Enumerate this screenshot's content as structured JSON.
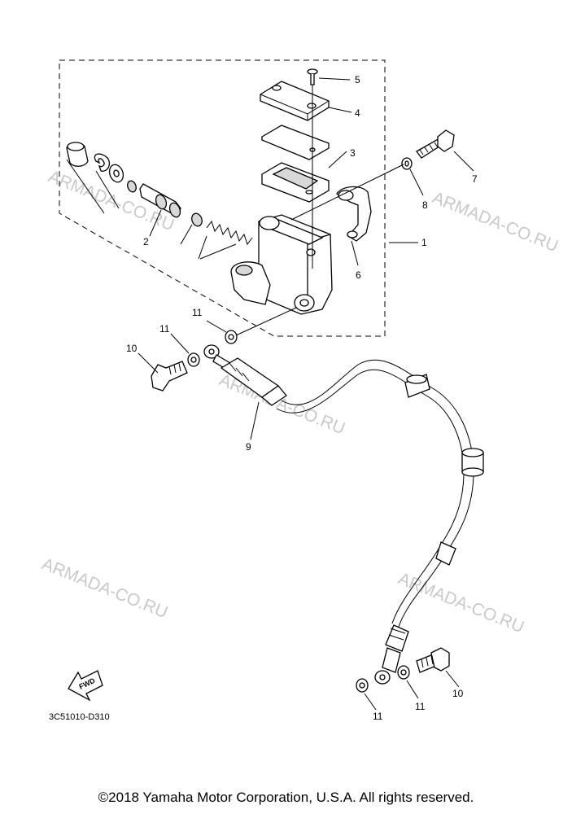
{
  "callouts": {
    "c1": "1",
    "c2": "2",
    "c3": "3",
    "c4": "4",
    "c5": "5",
    "c6": "6",
    "c7": "7",
    "c8": "8",
    "c9": "9",
    "c10a": "10",
    "c10b": "10",
    "c11a": "11",
    "c11b": "11",
    "c11c": "11",
    "c11d": "11"
  },
  "watermark": "ARMADA-CO.RU",
  "fwd_label": "FWD",
  "diagram_code": "3C51010-D310",
  "copyright": "©2018 Yamaha Motor Corporation, U.S.A. All rights reserved.",
  "colors": {
    "lines": "#000000",
    "watermark": "#c9c9c9",
    "shade": "#d8d8d8"
  }
}
